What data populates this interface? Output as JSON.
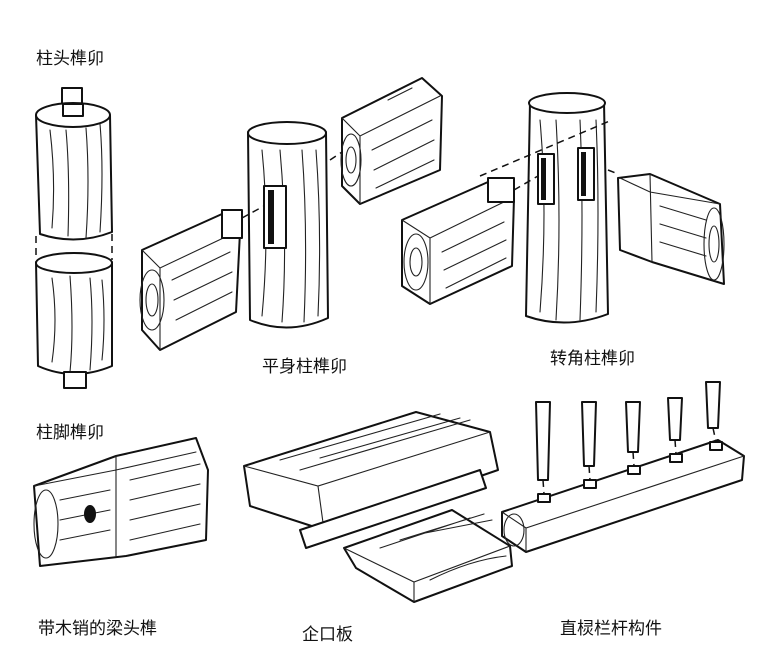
{
  "figures": [
    {
      "id": "zhutou",
      "label": "柱头榫卯"
    },
    {
      "id": "pingshen",
      "label": "平身柱榫卯"
    },
    {
      "id": "zhuanjiao",
      "label": "转角柱榫卯"
    },
    {
      "id": "zhujiao",
      "label": "柱脚榫卯"
    },
    {
      "id": "liangtou",
      "label": "带木销的梁头榫"
    },
    {
      "id": "qikouban",
      "label": "企口板"
    },
    {
      "id": "zhiling",
      "label": "直棂栏杆构件"
    }
  ]
}
